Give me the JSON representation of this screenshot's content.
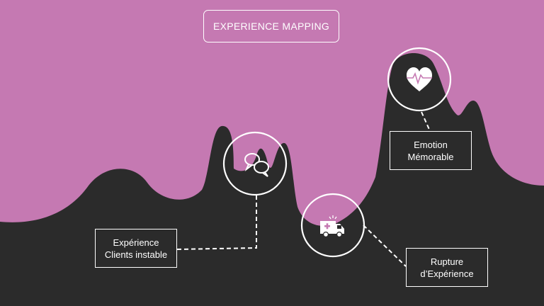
{
  "title": "EXPERIENCE MAPPING",
  "labels": {
    "unstable": {
      "line1": "Expérience",
      "line2": "Clients instable"
    },
    "emotion": {
      "line1": "Emotion",
      "line2": "Mémorable"
    },
    "rupture": {
      "line1": "Rupture",
      "line2": "d’Expérience"
    }
  },
  "icons": {
    "unstable": "speech-bubbles-icon",
    "emotion": "heartbeat-icon",
    "rupture": "ambulance-icon"
  },
  "colors": {
    "background": "#c579b2",
    "terrain": "#2b2b2b",
    "line": "#ffffff",
    "icon_accent": "#c579b2"
  }
}
